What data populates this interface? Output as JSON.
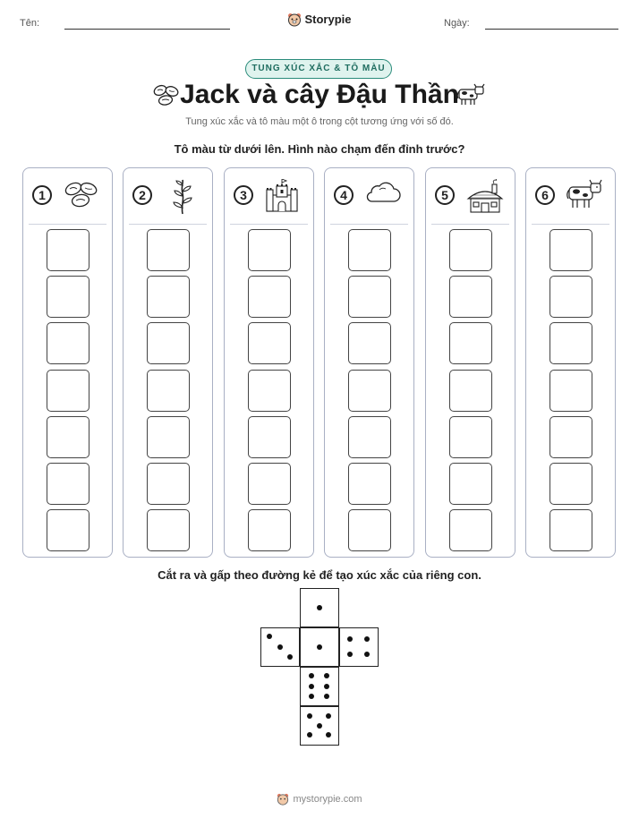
{
  "header": {
    "name_label": "Tên:",
    "date_label": "Ngày:",
    "brand": "Storypie",
    "brand_icon": "bear-logo-icon"
  },
  "badge": "TUNG XÚC XẮC & TÔ MÀU",
  "title": "Jack và cây Đậu Thần",
  "title_icons": [
    "beans-icon",
    "cow-icon"
  ],
  "subtitle": "Tung xúc xắc và tô màu một ô trong cột tương ứng với số đó.",
  "instruction": "Tô màu từ dưới lên. Hình nào chạm đến đỉnh trước?",
  "columns": [
    {
      "number": "1",
      "icon": "beans-icon"
    },
    {
      "number": "2",
      "icon": "beanstalk-icon"
    },
    {
      "number": "3",
      "icon": "castle-icon"
    },
    {
      "number": "4",
      "icon": "cloud-icon"
    },
    {
      "number": "5",
      "icon": "cottage-icon"
    },
    {
      "number": "6",
      "icon": "cow-icon"
    }
  ],
  "cells_per_column": 7,
  "cut_instruction": "Cắt ra và gấp theo đường kẻ để tạo xúc xắc của riêng con.",
  "dice_faces": [
    1,
    3,
    1,
    4,
    6,
    5
  ],
  "footer": "mystorypie.com",
  "colors": {
    "badge_border": "#2a8b7a",
    "badge_fill": "#dff3ee",
    "column_border": "#a9b0c4"
  }
}
